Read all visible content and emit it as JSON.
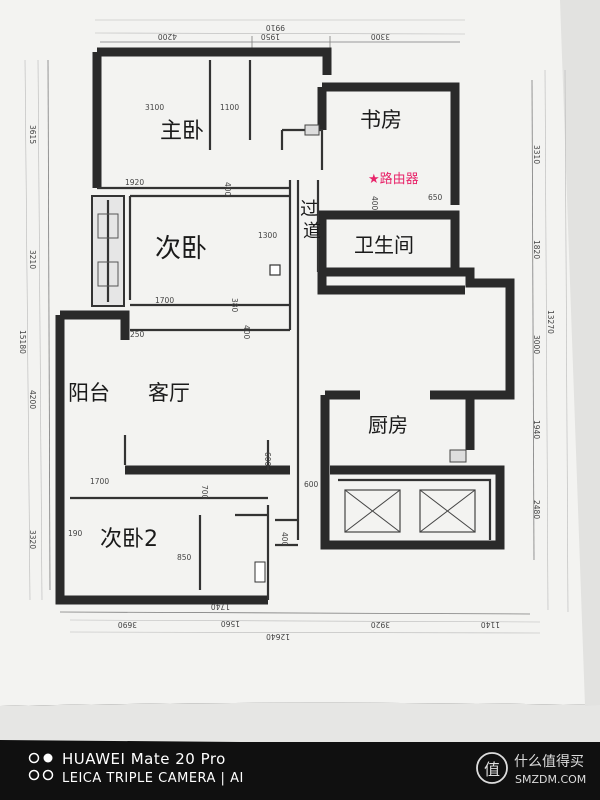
{
  "rooms": {
    "master_bedroom": "主卧",
    "study": "书房",
    "second_bedroom": "次卧",
    "bathroom": "卫生间",
    "hallway": "过道",
    "balcony": "阳台",
    "living_room": "客厅",
    "kitchen": "厨房",
    "second_bedroom_2": "次卧2"
  },
  "router_label": "★路由器",
  "dimensions": {
    "top_total": "9910",
    "top_1": "4200",
    "top_2": "1950",
    "top_3": "3300",
    "left_1": "3615",
    "left_2": "3210",
    "left_3": "4200",
    "left_4": "3320",
    "left_total": "15180",
    "right_1": "3310",
    "right_2": "1820",
    "right_3": "3000",
    "right_4": "1940",
    "right_5": "2480",
    "right_total": "13270",
    "bottom_1": "3690",
    "bottom_2": "1560",
    "bottom_3": "3920",
    "bottom_4": "1140",
    "bottom_total": "12640",
    "master_w": "3100",
    "master_closet": "1100",
    "hall_w": "1920",
    "hall_h": "400",
    "second_w": "1300",
    "second_h": "1700",
    "small_380": "380",
    "small_400": "400",
    "small_250": "250",
    "study_400": "400",
    "study_650": "650",
    "living_600": "600",
    "room2_w": "1700",
    "room2_700": "700",
    "room2_850": "850",
    "room2_190": "190",
    "room2_1740": "1740",
    "hall_600": "600",
    "hall_400b": "400"
  },
  "footer": {
    "camera_model": "HUAWEI Mate 20 Pro",
    "camera_lens": "LEICA TRIPLE CAMERA | AI",
    "watermark_name": "什么值得买",
    "watermark_site": "SMZDM.COM",
    "watermark_logo": "值"
  },
  "colors": {
    "router": "#e8246a",
    "paper": "#f3f3f1",
    "wall": "#2a2a2a"
  }
}
